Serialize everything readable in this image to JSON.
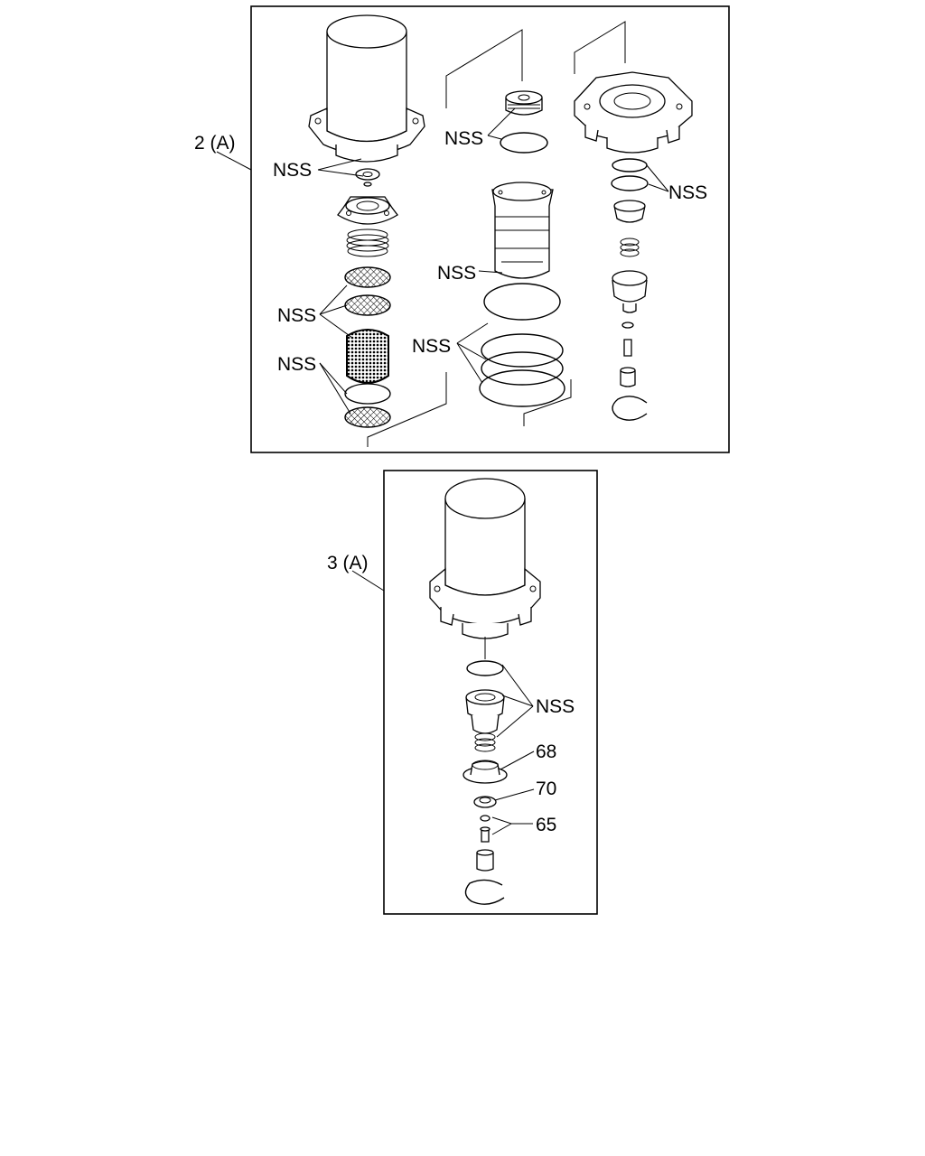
{
  "diagram": {
    "assembly_2": {
      "label": "2 (A)"
    },
    "assembly_3": {
      "label": "3 (A)"
    },
    "callouts": {
      "nss": "NSS",
      "part_68": "68",
      "part_70": "70",
      "part_65": "65"
    }
  }
}
